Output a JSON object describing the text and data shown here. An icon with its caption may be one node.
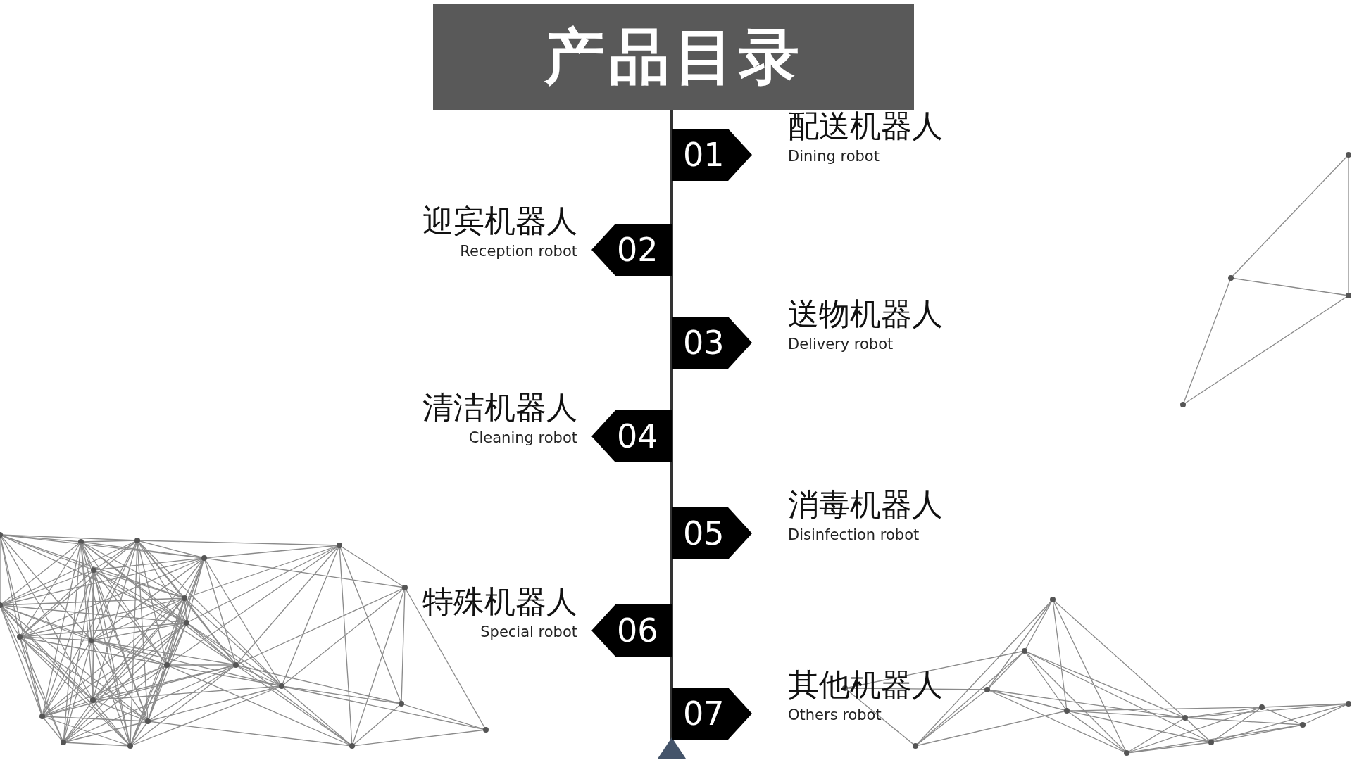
{
  "diagram": {
    "title": "产品目录",
    "nodes": [
      {
        "text": [
          "01"
        ],
        "beside": [
          "配送机器人",
          "Dining robot"
        ]
      },
      {
        "text": [
          "02"
        ],
        "beside": [
          "迎宾机器人",
          "Reception robot"
        ]
      },
      {
        "text": [
          "03"
        ],
        "beside": [
          "送物机器人",
          "Delivery robot"
        ]
      },
      {
        "text": [
          "04"
        ],
        "beside": [
          "清洁机器人",
          "Cleaning robot"
        ]
      },
      {
        "text": [
          "05"
        ],
        "beside": [
          "消毒机器人",
          "Disinfection robot"
        ]
      },
      {
        "text": [
          "06"
        ],
        "beside": [
          "特殊机器人",
          "Special robot"
        ]
      },
      {
        "text": [
          "07"
        ],
        "beside": [
          "其他机器人",
          "Others robot"
        ]
      }
    ]
  }
}
